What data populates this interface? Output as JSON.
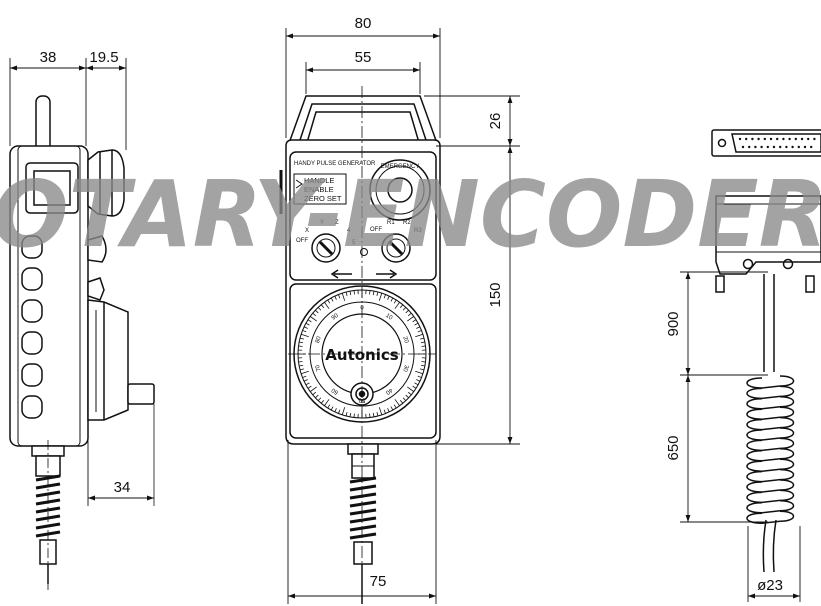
{
  "watermark": "OTARY-ENCODER",
  "dimensions": {
    "side_depth": "38",
    "side_offset": "19.5",
    "side_knob": "34",
    "front_width": "80",
    "front_inner": "55",
    "front_top": "26",
    "front_height": "150",
    "front_dial_width": "75",
    "cable_straight": "900",
    "cable_coil": "650",
    "coil_diameter": "ø23"
  },
  "panel": {
    "title": "HANDY PULSE GENERATOR",
    "emergency_label": "EMERGENCY",
    "enable_lines": [
      "HANDLE",
      "ENABLE",
      "ZERO SET"
    ],
    "axis_switch_labels": [
      "OFF",
      "X",
      "Y",
      "Z",
      "4",
      "5"
    ],
    "ratio_switch_labels": [
      "OFF",
      "R1",
      "R2",
      "R3"
    ]
  },
  "dial": {
    "brand": "Autonics",
    "scale_numbers": [
      "0",
      "10",
      "20",
      "30",
      "40",
      "50",
      "60",
      "70",
      "80",
      "90"
    ]
  }
}
